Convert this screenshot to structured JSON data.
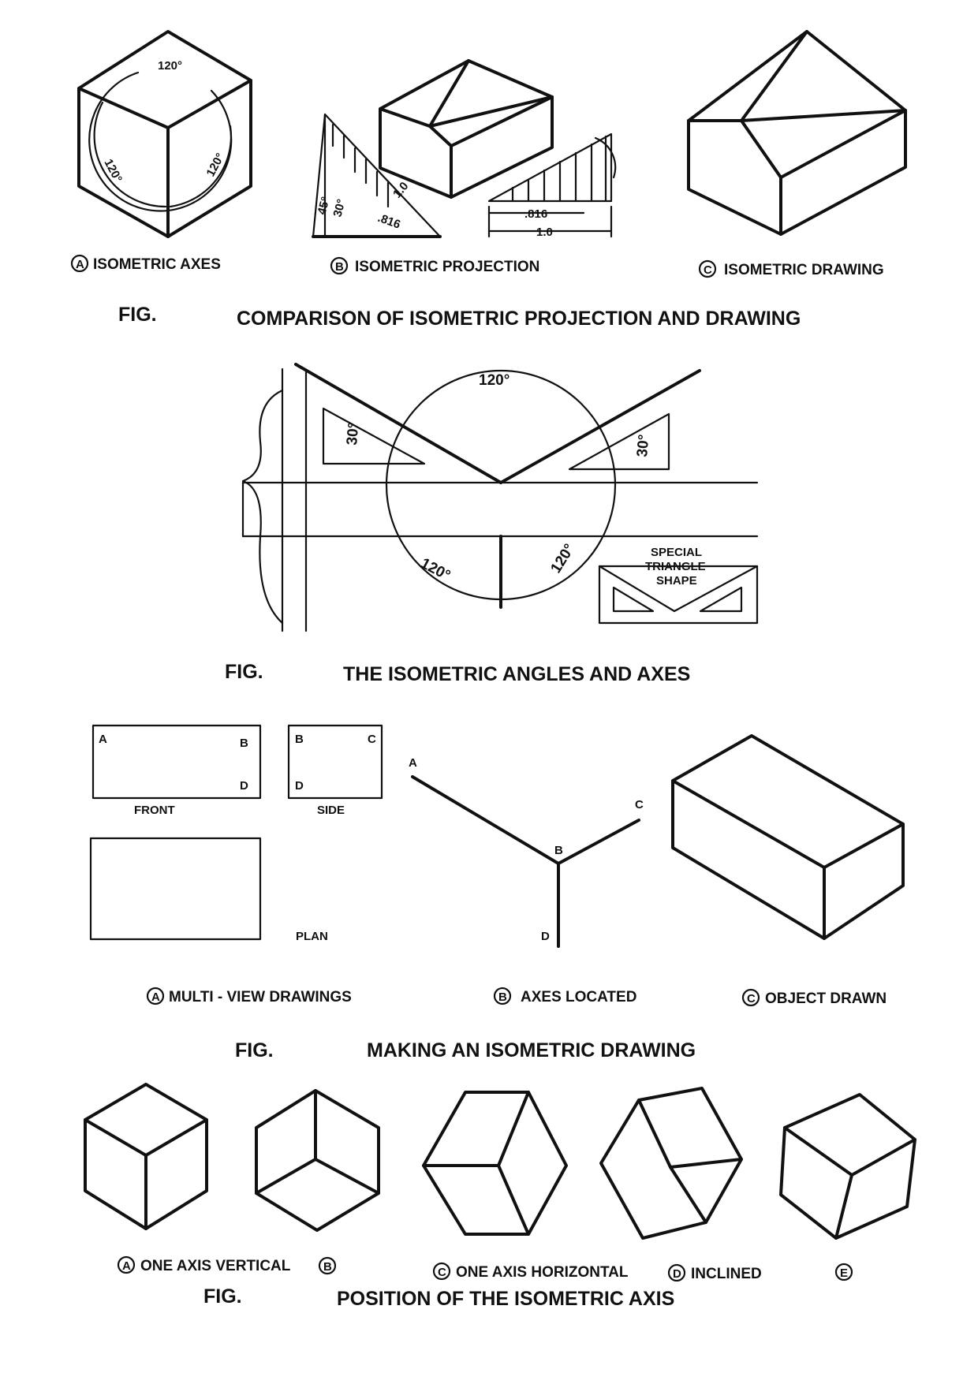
{
  "fig1": {
    "angle_labels": [
      "120°",
      "120°",
      "120°"
    ],
    "projection_labels": [
      "45°",
      "30°",
      ".816",
      "1.0",
      ".816",
      "1.0"
    ],
    "captions": [
      {
        "letter": "A",
        "text": "ISOMETRIC AXES"
      },
      {
        "letter": "B",
        "text": "ISOMETRIC PROJECTION"
      },
      {
        "letter": "C",
        "text": "ISOMETRIC DRAWING"
      }
    ],
    "fig_label": "FIG.",
    "title": "COMPARISON OF ISOMETRIC PROJECTION AND DRAWING"
  },
  "fig2": {
    "angle_labels": [
      "120°",
      "120°",
      "120°",
      "30°",
      "30°"
    ],
    "special_label": [
      "SPECIAL",
      "TRIANGLE",
      "SHAPE"
    ],
    "fig_label": "FIG.",
    "title": "THE ISOMETRIC ANGLES AND AXES"
  },
  "fig3": {
    "front_letters": [
      "A",
      "B",
      "D"
    ],
    "side_letters": [
      "B",
      "C",
      "D"
    ],
    "view_labels": [
      "FRONT",
      "SIDE",
      "PLAN"
    ],
    "axis_letters": [
      "A",
      "B",
      "C",
      "D"
    ],
    "captions": [
      {
        "letter": "A",
        "text": "MULTI - VIEW DRAWINGS"
      },
      {
        "letter": "B",
        "text": "AXES LOCATED"
      },
      {
        "letter": "C",
        "text": "OBJECT DRAWN"
      }
    ],
    "fig_label": "FIG.",
    "title": "MAKING AN ISOMETRIC DRAWING"
  },
  "fig4": {
    "captions": [
      {
        "letter": "A",
        "text": "ONE AXIS VERTICAL"
      },
      {
        "letter": "B",
        "text": ""
      },
      {
        "letter": "C",
        "text": "ONE AXIS HORIZONTAL"
      },
      {
        "letter": "D",
        "text": "INCLINED"
      },
      {
        "letter": "E",
        "text": ""
      }
    ],
    "fig_label": "FIG.",
    "title": "POSITION OF THE ISOMETRIC AXIS"
  }
}
